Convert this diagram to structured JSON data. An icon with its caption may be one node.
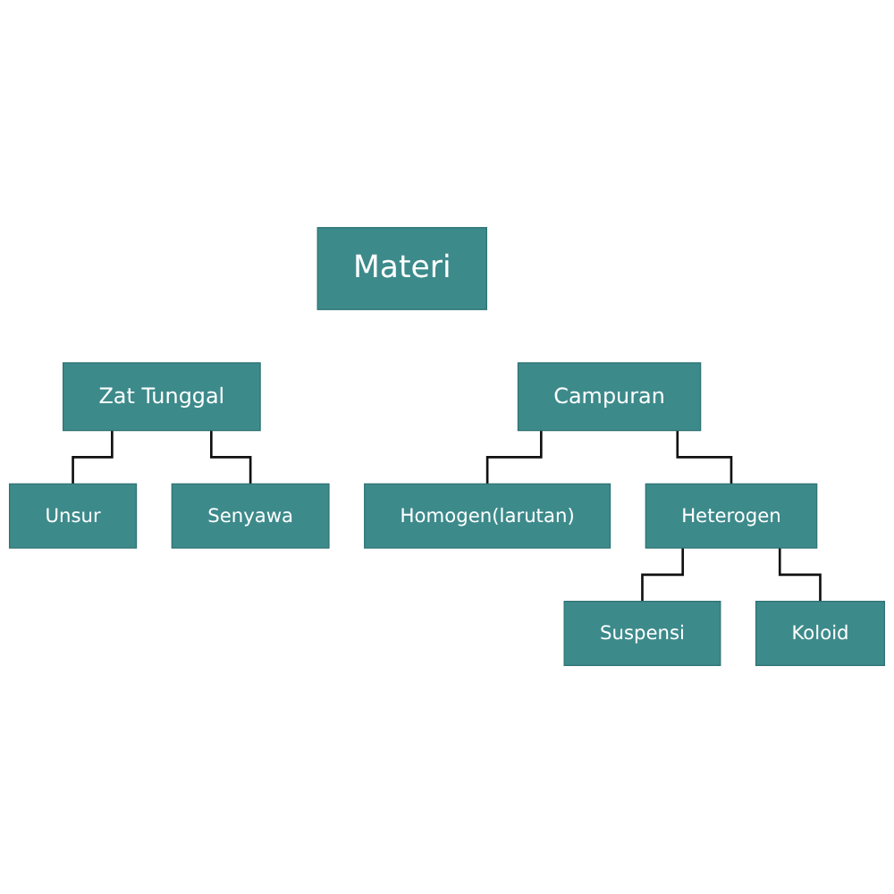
{
  "diagram": {
    "nodes": [
      {
        "text": [
          "Materi"
        ]
      },
      {
        "text": [
          "Zat Tunggal"
        ]
      },
      {
        "text": [
          "Campuran"
        ]
      },
      {
        "text": [
          "Unsur"
        ]
      },
      {
        "text": [
          "Senyawa"
        ]
      },
      {
        "text": [
          "Homogen(larutan)"
        ]
      },
      {
        "text": [
          "Heterogen"
        ]
      },
      {
        "text": [
          "Suspensi"
        ]
      },
      {
        "text": [
          "Koloid"
        ]
      }
    ],
    "edges": [
      {
        "from": 1,
        "to": 3,
        "arrow": "none"
      },
      {
        "from": 1,
        "to": 4,
        "arrow": "none"
      },
      {
        "from": 2,
        "to": 5,
        "arrow": "none"
      },
      {
        "from": 2,
        "to": 6,
        "arrow": "none"
      },
      {
        "from": 6,
        "to": 7,
        "arrow": "none"
      },
      {
        "from": 6,
        "to": 8,
        "arrow": "none"
      }
    ]
  }
}
